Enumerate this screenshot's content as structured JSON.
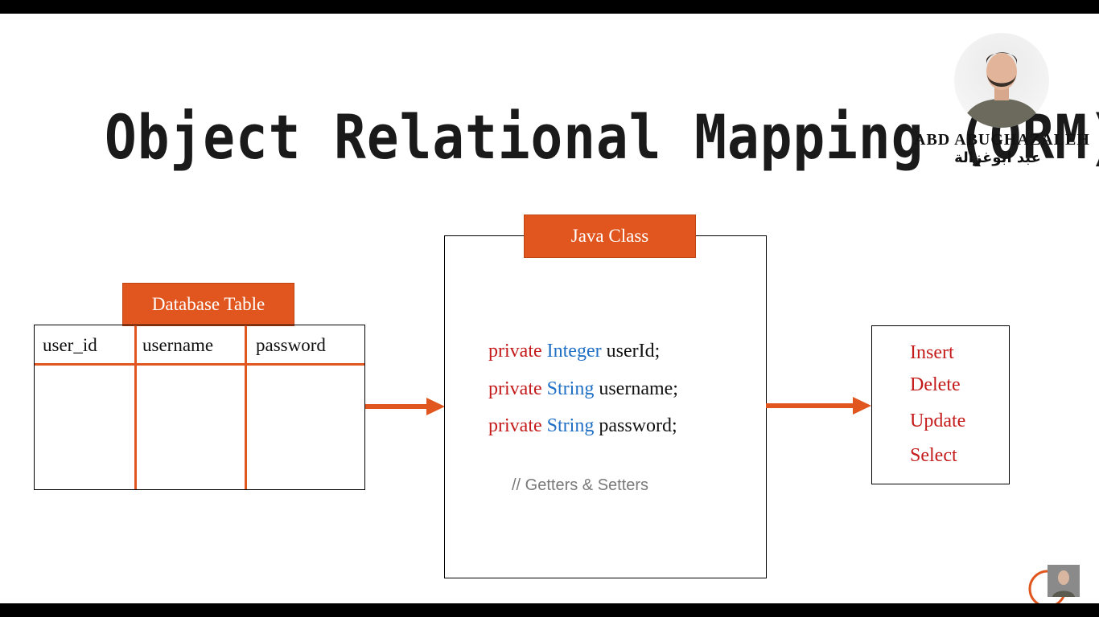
{
  "slide": {
    "title": "Object Relational Mapping (ORM)",
    "author_name_en": "ABD ABUGHAZALEH",
    "author_name_ar": "عبد ابوغزالة"
  },
  "database_table": {
    "label": "Database Table",
    "columns": [
      "user_id",
      "username",
      "password"
    ]
  },
  "java_class": {
    "label": "Java Class",
    "fields": [
      {
        "modifier": "private",
        "type": "Integer",
        "name": "userId;"
      },
      {
        "modifier": "private",
        "type": "String",
        "name": "username;"
      },
      {
        "modifier": "private",
        "type": "String",
        "name": "password;"
      }
    ],
    "comment": "// Getters & Setters"
  },
  "operations": [
    "Insert",
    "Delete",
    "Update",
    "Select"
  ],
  "colors": {
    "accent": "#e0561e",
    "keyword": "#c41a1a",
    "type": "#1f6fc5",
    "comment": "#7a7a7a"
  }
}
